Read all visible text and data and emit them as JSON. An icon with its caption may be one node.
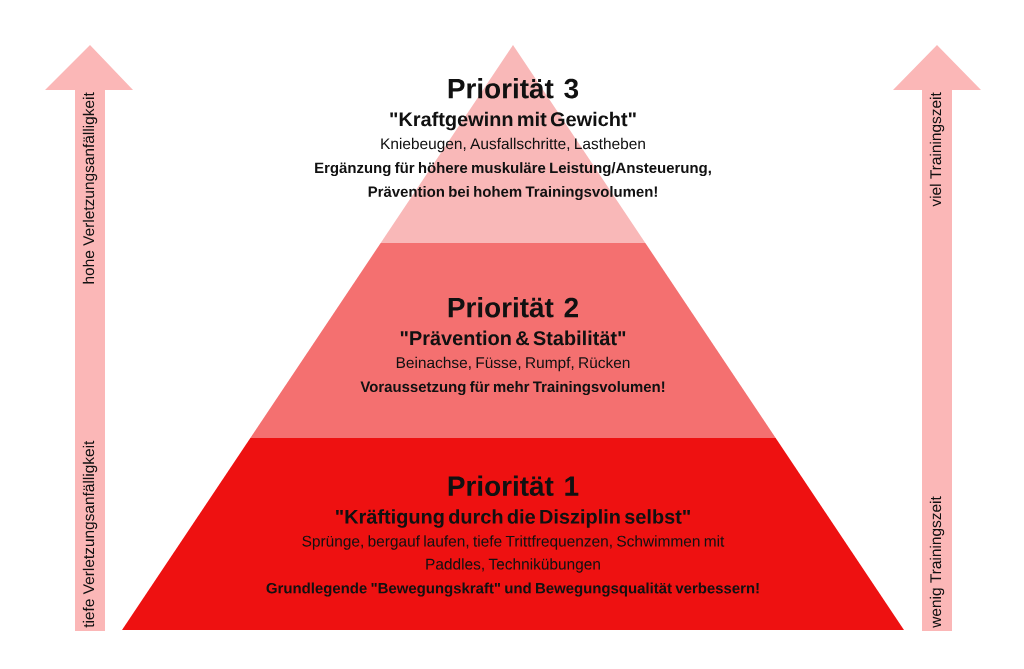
{
  "diagram": {
    "nodes": [
      {
        "text": [
          "Priorität 3",
          "\"Kraftgewinn mit Gewicht\"",
          "Kniebeugen, Ausfallschritte, Lastheben",
          "Ergänzung für höhere muskuläre Leistung/Ansteuerung, Prävention bei hohem Trainingsvolumen!"
        ]
      },
      {
        "text": [
          "Priorität 2",
          "\"Prävention & Stabilität\"",
          "Beinachse, Füsse, Rumpf, Rücken",
          "Voraussetzung für mehr Trainingsvolumen!"
        ]
      },
      {
        "text": [
          "Priorität 1",
          "\"Kräftigung durch die Disziplin selbst\"",
          "Sprünge, bergauf laufen, tiefe Trittfrequenzen, Schwimmen mit Paddles, Technikübungen",
          "Grundlegende \"Bewegungskraft\" und Bewegungsqualität verbessern!"
        ]
      }
    ],
    "labels": [
      "hohe Verletzungsanfälligkeit",
      "tiefe Verletzungsanfälligkeit",
      "viel Trainingszeit",
      "wenig Trainingszeit"
    ]
  }
}
